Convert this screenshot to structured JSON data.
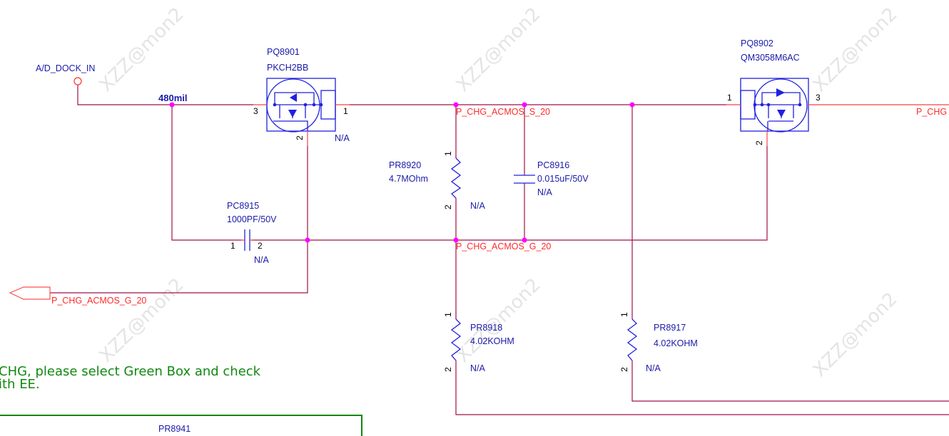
{
  "watermark": "XZZ@mon2",
  "nets": {
    "dock_in": "A/D_DOCK_IN",
    "width_note": "480mil",
    "acmos_s": "P_CHG_ACMOS_S_20",
    "acmos_g": "P_CHG_ACMOS_G_20",
    "port_g": "P_CHG_ACMOS_G_20",
    "p_chg": "P_CHG"
  },
  "components": {
    "pq8901": {
      "ref": "PQ8901",
      "value": "PKCH2BB",
      "na": "N/A",
      "pins": [
        "3",
        "1",
        "2"
      ]
    },
    "pq8902": {
      "ref": "PQ8902",
      "value": "QM3058M6AC",
      "pins": [
        "1",
        "3",
        "2"
      ]
    },
    "pc8915": {
      "ref": "PC8915",
      "value": "1000PF/50V",
      "na": "N/A",
      "pins": [
        "1",
        "2"
      ]
    },
    "pr8920": {
      "ref": "PR8920",
      "value": "4.7MOhm",
      "na": "N/A",
      "pins": [
        "1",
        "2"
      ]
    },
    "pc8916": {
      "ref": "PC8916",
      "value": "0.015uF/50V",
      "na": "N/A"
    },
    "pr8918": {
      "ref": "PR8918",
      "value": "4.02KOHM",
      "na": "N/A",
      "pins": [
        "1",
        "2"
      ]
    },
    "pr8917": {
      "ref": "PR8917",
      "value": "4.02KOHM",
      "na": "N/A",
      "pins": [
        "1",
        "2"
      ]
    },
    "pr8941": {
      "ref": "PR8941"
    }
  },
  "note": {
    "line1": "CHG, please select Green Box and check",
    "line2": "ith EE."
  }
}
